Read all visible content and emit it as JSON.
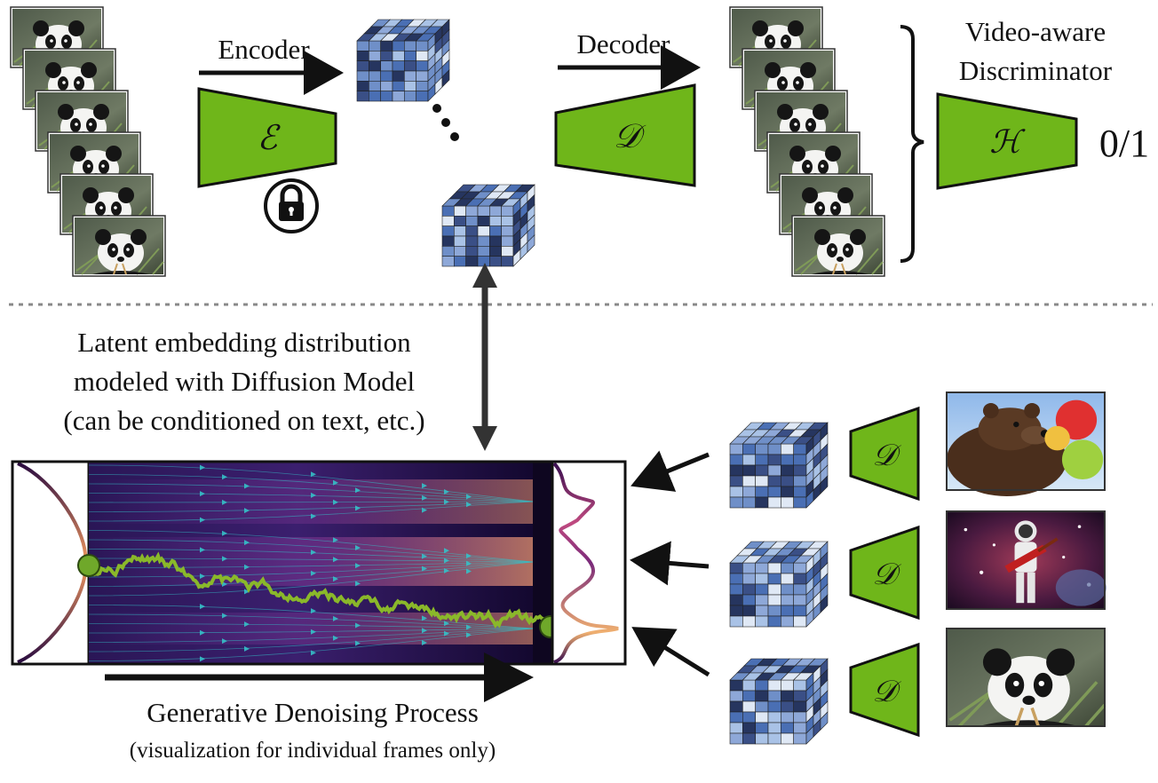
{
  "labels": {
    "encoder": "Encoder",
    "decoder": "Decoder",
    "discriminator_line1": "Video-aware",
    "discriminator_line2": "Discriminator",
    "disc_output": "0/1",
    "latent_line1": "Latent embedding distribution",
    "latent_line2": "modeled with Diffusion Model",
    "latent_line3": "(can be conditioned on text, etc.)",
    "process_title": "Generative Denoising Process",
    "process_subtitle": "(visualization for individual frames only)"
  },
  "symbols": {
    "encoder": "ℰ",
    "decoder": "𝒟",
    "discriminator": "ℋ"
  },
  "icons": [
    "lock-icon"
  ],
  "colors": {
    "network_green": "#6fb61a",
    "latent_dark": "#26355f",
    "latent_mid": "#4a6fb4",
    "latent_light": "#a9c2e6",
    "flow_dark": "#14082e",
    "flow_purple": "#5a2a86",
    "flow_orange": "#f0a060",
    "trajectory": "#8ab82a",
    "streamline": "#35c0c8"
  },
  "samples": [
    {
      "subject": "bear-with-balloons"
    },
    {
      "subject": "astronaut-with-guitar"
    },
    {
      "subject": "panda-eating-bamboo"
    }
  ]
}
